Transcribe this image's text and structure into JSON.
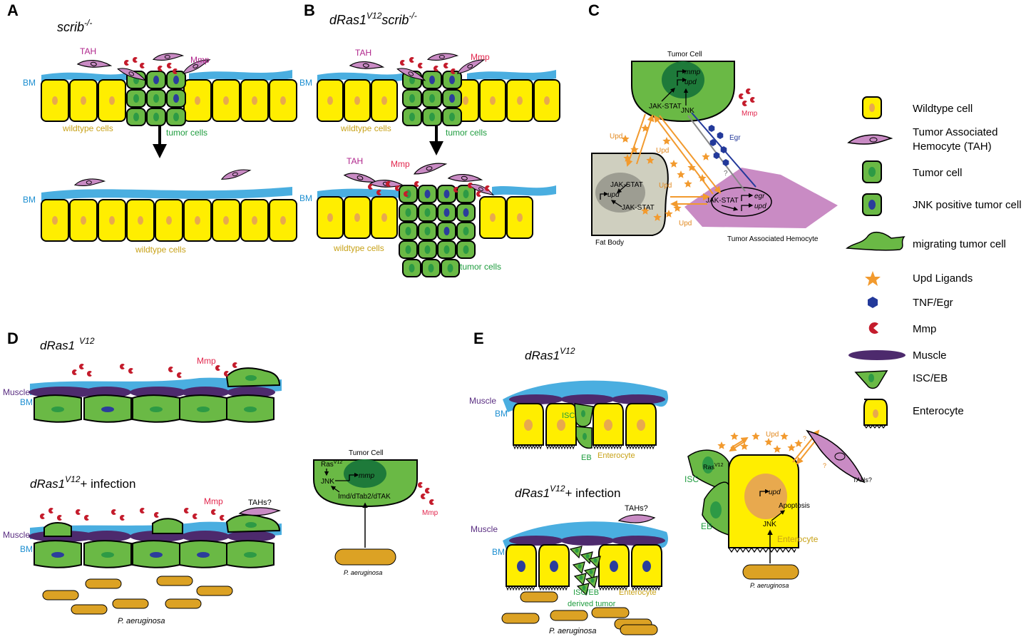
{
  "colors": {
    "wildtype": "#ffee00",
    "nucleus_wt": "#e8a94e",
    "tumor": "#6ab945",
    "tumor_nucleus": "#2d9a45",
    "jnk_nucleus": "#2b3d9c",
    "bm": "#4aaee0",
    "tah": "#c98bc4",
    "mmp": "#c41c2c",
    "upd": "#f29a2e",
    "egr": "#23399a",
    "muscle": "#4d2a6d",
    "fatbody": "#cfcfbf",
    "bacteria": "#dca224",
    "label_yellow": "#c8a218",
    "label_green": "#1e9c3e",
    "label_magenta": "#b0268c",
    "label_red": "#e2264d",
    "label_blue": "#1d8fd1",
    "label_purple": "#5a2e82",
    "label_orange": "#e28a21"
  },
  "panels": {
    "A": {
      "letter": "A",
      "genotype": "scrib",
      "genotype_sup": "-/-",
      "tah": "TAH",
      "mmp": "Mmp",
      "bm": "BM",
      "wildtype": "wildtype cells",
      "tumor": "tumor cells",
      "bm2": "BM",
      "wildtype2": "wildtype cells"
    },
    "B": {
      "letter": "B",
      "geno1": "dRas1",
      "geno1_sup": "V12",
      "geno2": "scrib",
      "geno2_sup": "-/-",
      "tah": "TAH",
      "mmp": "Mmp",
      "bm": "BM",
      "wildtype": "wildtype cells",
      "tumor": "tumor cells",
      "tah2": "TAH",
      "mmp2": "Mmp",
      "bm2": "BM",
      "wildtype2": "wildtype cells",
      "tumor2": "tumor cells"
    },
    "C": {
      "letter": "C",
      "tumor_cell": "Tumor Cell",
      "mmp_gene": "mmp",
      "upd_gene": "upd",
      "jakstat": "JAK-STAT",
      "jnk": "JNK",
      "mmp": "Mmp",
      "upd1": "Upd",
      "upd2": "Upd",
      "upd3": "Upd",
      "upd4": "Upd",
      "egr": "Egr",
      "question": "?",
      "fb_jakstat1": "JAK-STAT",
      "fb_upd": "upd",
      "fb_jakstat2": "JAK-STAT",
      "fat_body": "Fat Body",
      "h_jakstat": "JAK-STAT",
      "h_egr": "egr",
      "h_upd": "upd",
      "hemocyte": "Tumor Associated Hemocyte"
    },
    "D": {
      "letter": "D",
      "geno": "dRas1",
      "geno_sup": "V12",
      "mmp": "Mmp",
      "muscle": "Muscle",
      "bm": "BM",
      "geno2": "dRas1",
      "geno2_sup": "V12",
      "geno2_suffix": "+ infection",
      "mmp2": "Mmp",
      "tahs": "TAHs?",
      "muscle2": "Muscle",
      "bm2": "BM",
      "bacteria": "P. aeruginosa",
      "inset_title": "Tumor Cell",
      "ras": "Ras",
      "ras_sup": "V12",
      "jnk": "JNK",
      "mmp_gene": "mmp",
      "imd": "Imd/dTab2/dTAK",
      "inset_mmp": "Mmp",
      "inset_bacteria": "P. aeruginosa"
    },
    "E": {
      "letter": "E",
      "geno": "dRas1",
      "geno_sup": "V12",
      "muscle": "Muscle",
      "bm": "BM",
      "isc": "ISC",
      "eb": "EB",
      "enterocyte": "Enterocyte",
      "geno2": "dRas1",
      "geno2_sup": "V12",
      "geno2_suffix": "+ infection",
      "tahs": "TAHs?",
      "muscle2": "Muscle",
      "bm2": "BM",
      "iscEb": "ISC/EB",
      "derived": "derived tumor",
      "enterocyte2": "Enterocyte",
      "bacteria": "P. aeruginosa",
      "inset_upd": "Upd",
      "inset_ras": "Ras",
      "inset_ras_sup": "V12",
      "inset_isc": "ISC",
      "inset_eb": "EB",
      "inset_upd_gene": "upd",
      "inset_apoptosis": "Apoptosis",
      "inset_jnk": "JNK",
      "inset_enterocyte": "Enterocyte",
      "inset_tahs": "TAHs?",
      "inset_bacteria": "P. aeruginosa",
      "q1": "?",
      "q2": "?",
      "q3": "?",
      "q4": "?"
    }
  },
  "legend": [
    {
      "icon": "wildtype-cell-icon",
      "label": "Wildtype cell"
    },
    {
      "icon": "tah-icon",
      "label": "Tumor Associated",
      "label2": "Hemocyte (TAH)"
    },
    {
      "icon": "tumor-cell-icon",
      "label": "Tumor cell"
    },
    {
      "icon": "jnk-tumor-cell-icon",
      "label": "JNK positive tumor cell"
    },
    {
      "icon": "migrating-cell-icon",
      "label": "migrating tumor cell"
    },
    {
      "icon": "star-icon",
      "label": "Upd Ligands"
    },
    {
      "icon": "hexagon-icon",
      "label": "TNF/Egr"
    },
    {
      "icon": "mmp-icon",
      "label": "Mmp"
    },
    {
      "icon": "muscle-icon",
      "label": "Muscle"
    },
    {
      "icon": "isc-icon",
      "label": "ISC/EB"
    },
    {
      "icon": "enterocyte-icon",
      "label": "Enterocyte"
    }
  ]
}
